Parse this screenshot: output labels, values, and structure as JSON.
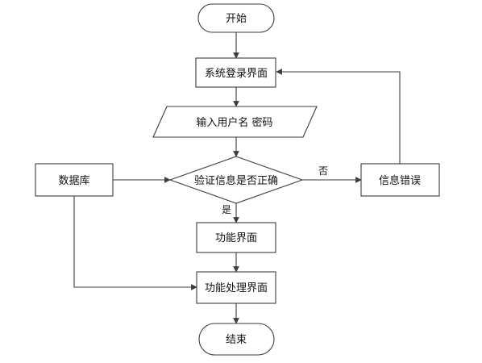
{
  "diagram": {
    "type": "flowchart",
    "nodes": {
      "start": {
        "label": "开始",
        "shape": "terminator"
      },
      "login_ui": {
        "label": "系统登录界面",
        "shape": "process"
      },
      "input": {
        "label": "输入用户名 密码",
        "shape": "data"
      },
      "verify": {
        "label": "验证信息是否正确",
        "shape": "decision"
      },
      "database": {
        "label": "数据库",
        "shape": "process"
      },
      "error": {
        "label": "信息错误",
        "shape": "process"
      },
      "func_ui": {
        "label": "功能界面",
        "shape": "process"
      },
      "func_proc_ui": {
        "label": "功能处理界面",
        "shape": "process"
      },
      "end": {
        "label": "结束",
        "shape": "terminator"
      }
    },
    "edges": {
      "no_label": "否",
      "yes_label": "是"
    }
  }
}
